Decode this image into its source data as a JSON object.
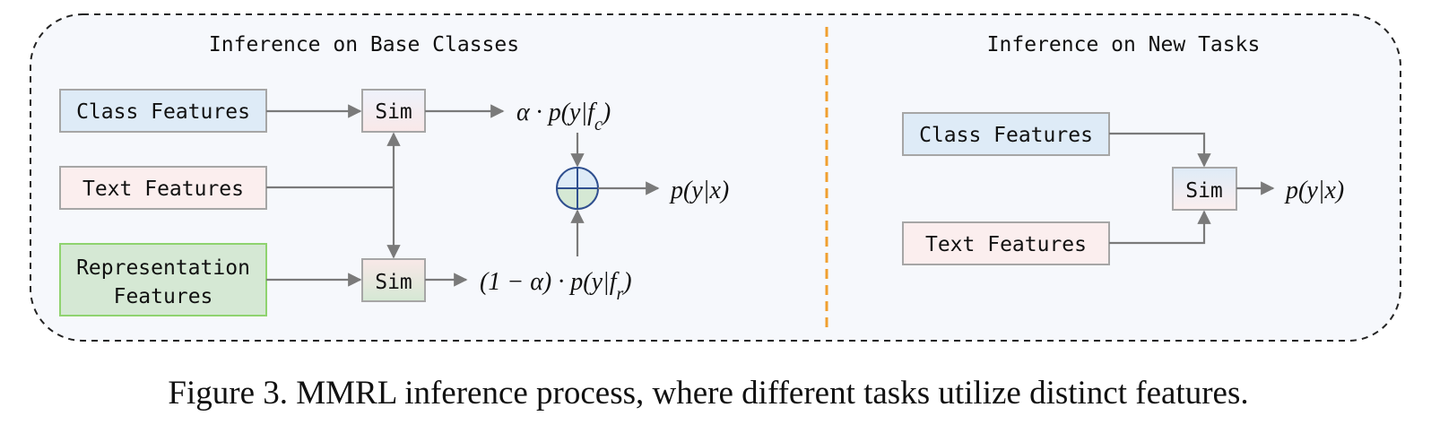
{
  "left_panel": {
    "title": "Inference on Base Classes",
    "class_features": "Class Features",
    "text_features": "Text Features",
    "representation_line1": "Representation",
    "representation_line2": "Features",
    "sim_top": "Sim",
    "sim_bottom": "Sim",
    "expr_top": "α · p(y|f_c)",
    "expr_sum": "p(y|x)",
    "expr_bottom": "(1 − α) · p(y|f_r)"
  },
  "right_panel": {
    "title": "Inference on New Tasks",
    "class_features": "Class Features",
    "text_features": "Text Features",
    "sim": "Sim",
    "expr_out": "p(y|x)"
  },
  "caption": "Figure 3. MMRL inference process, where different tasks utilize distinct features.",
  "colors": {
    "class_fill": "#deebf7",
    "text_fill": "#fbeeee",
    "repr_fill": "#d5e8d4",
    "repr_border": "#8fd36f",
    "divider": "#f0a030",
    "panel_bg": "#f6f8fc"
  }
}
